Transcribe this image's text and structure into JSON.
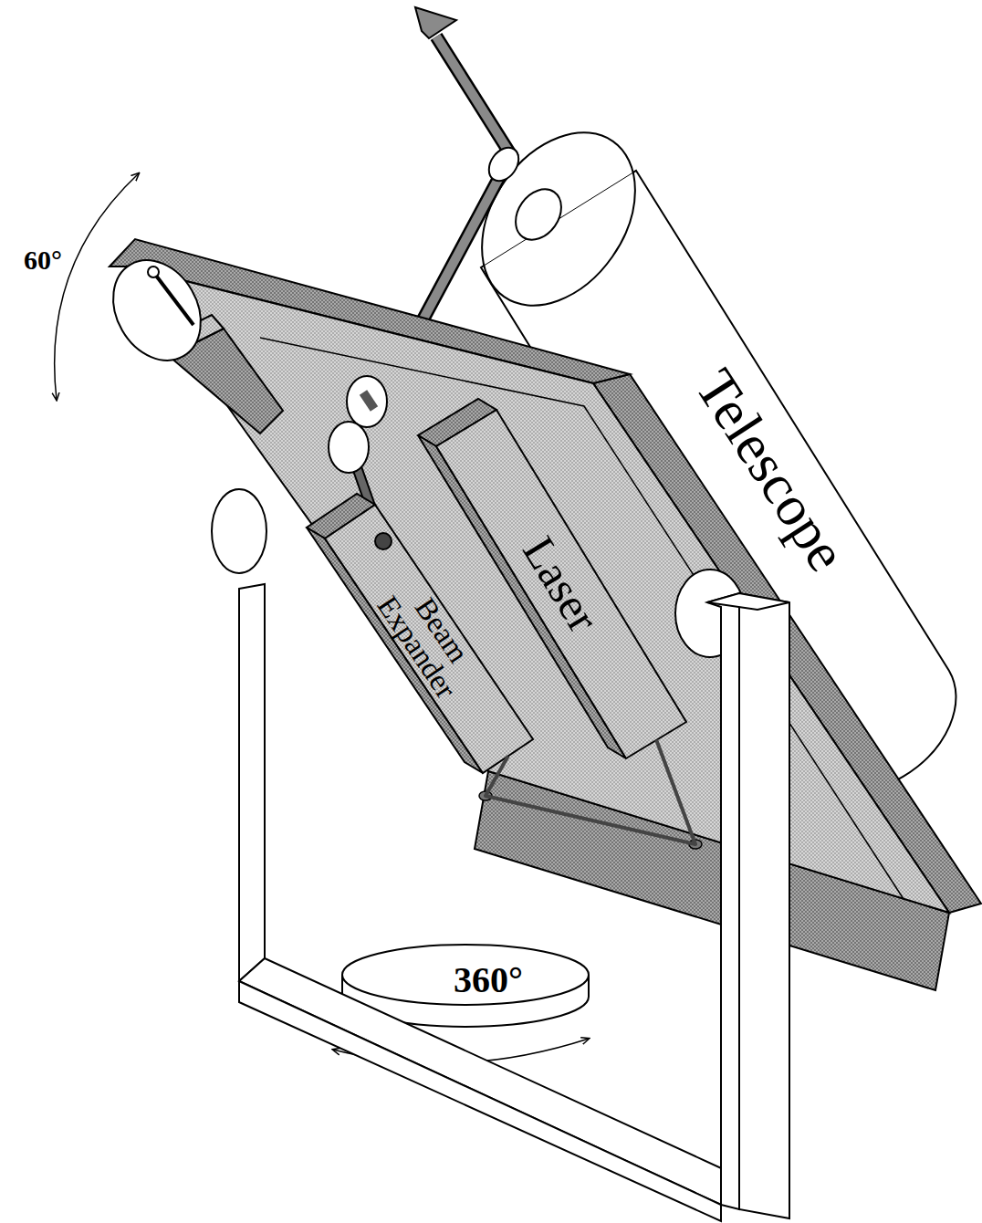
{
  "diagram": {
    "nodes": [
      {
        "text": [
          "Telescope"
        ]
      },
      {
        "text": [
          "Laser"
        ]
      },
      {
        "text": [
          "Beam Expander"
        ]
      }
    ],
    "edges": [
      {
        "from": 1,
        "to": 2,
        "arrow": "none"
      }
    ],
    "labels": [
      "60°",
      "360°"
    ]
  }
}
